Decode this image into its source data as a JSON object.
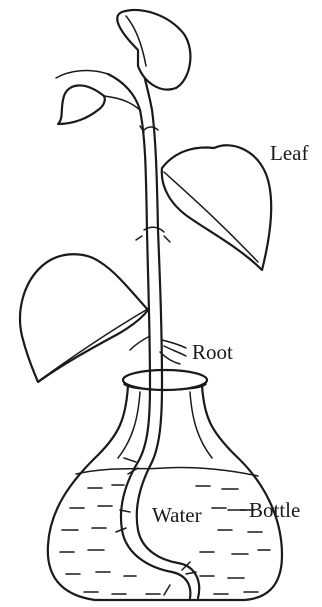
{
  "labels": {
    "leaf": "Leaf",
    "root": "Root",
    "water": "Water",
    "bottle": "Bottle"
  }
}
